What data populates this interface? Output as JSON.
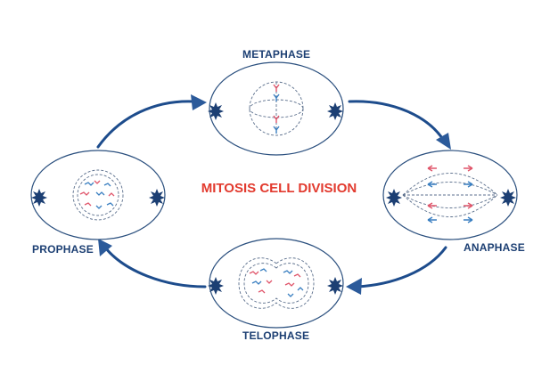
{
  "title": "MITOSIS CELL DIVISION",
  "phases": {
    "metaphase": "METAPHASE",
    "anaphase": "ANAPHASE",
    "telophase": "TELOPHASE",
    "prophase": "PROPHASE"
  },
  "colors": {
    "title": "#e23a2e",
    "label": "#1c3f73",
    "outline": "#2a4f7e",
    "arrow": "#1d4c8c",
    "chromosome_red": "#e0566b",
    "chromosome_blue": "#3a7fc1",
    "spindle": "#5b6f8c"
  },
  "icons": {
    "centrosome": "star-icon",
    "arrow": "curved-arrow-icon"
  }
}
